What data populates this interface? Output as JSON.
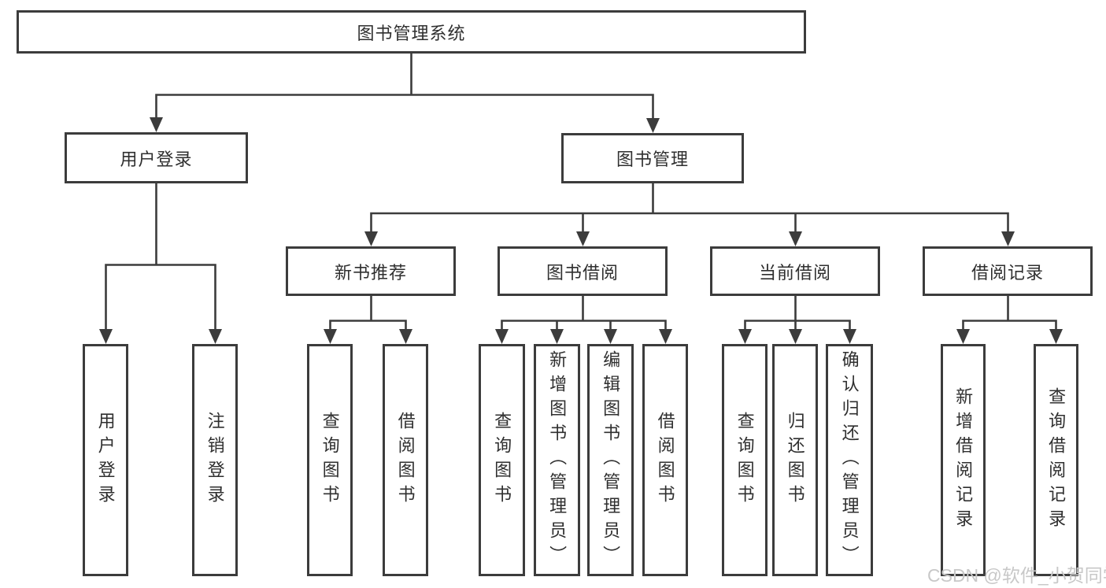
{
  "tree": {
    "root": "图书管理系统",
    "branches": [
      {
        "label": "用户登录",
        "children": [
          "用户登录",
          "注销登录"
        ]
      },
      {
        "label": "图书管理",
        "children": [
          {
            "label": "新书推荐",
            "children": [
              "查询图书",
              "借阅图书"
            ]
          },
          {
            "label": "图书借阅",
            "children": [
              "查询图书",
              "新增图书（管理员）",
              "编辑图书（管理员）",
              "借阅图书"
            ]
          },
          {
            "label": "当前借阅",
            "children": [
              "查询图书",
              "归还图书",
              "确认归还（管理员）"
            ]
          },
          {
            "label": "借阅记录",
            "children": [
              "新增借阅记录",
              "查询借阅记录"
            ]
          }
        ]
      }
    ]
  },
  "watermark": {
    "text": "CSDN @软件_小贺同学"
  },
  "colors": {
    "line": "#3c3c3c",
    "box_border": "#3c3c3c",
    "text": "#2f2f2f",
    "watermark": "#c8c8c8",
    "background": "#ffffff"
  }
}
